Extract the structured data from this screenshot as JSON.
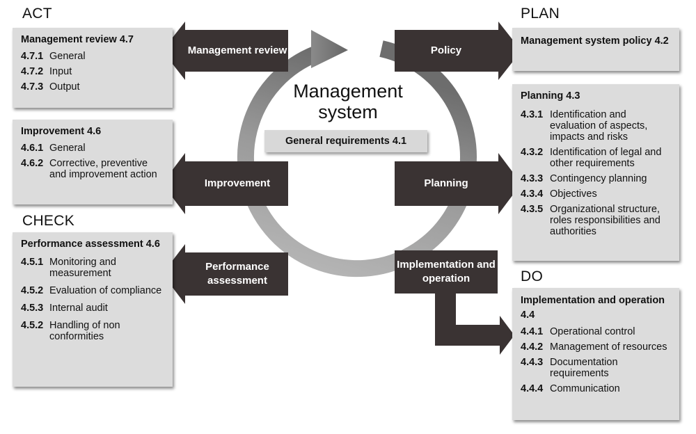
{
  "phases": {
    "act": "ACT",
    "plan": "PLAN",
    "check": "CHECK",
    "do": "DO"
  },
  "center": {
    "title": "Management system",
    "general": "General requirements 4.1"
  },
  "nodes": {
    "management_review": "Management review",
    "improvement": "Improvement",
    "performance_assessment": "Performance assessment",
    "policy": "Policy",
    "planning": "Planning",
    "implementation": "Implementation and operation"
  },
  "panels": {
    "management_review": {
      "title": "Management review 4.7",
      "items": [
        {
          "num": "4.7.1",
          "label": "General"
        },
        {
          "num": "4.7.2",
          "label": "Input"
        },
        {
          "num": "4.7.3",
          "label": "Output"
        }
      ]
    },
    "improvement": {
      "title": "Improvement 4.6",
      "items": [
        {
          "num": "4.6.1",
          "label": "General"
        },
        {
          "num": "4.6.2",
          "label": "Corrective, preventive and improvement action"
        }
      ]
    },
    "performance": {
      "title": "Performance assessment 4.6",
      "items": [
        {
          "num": "4.5.1",
          "label": "Monitoring and measurement"
        },
        {
          "num": "4.5.2",
          "label": "Evaluation of compliance"
        },
        {
          "num": "4.5.3",
          "label": "Internal audit"
        },
        {
          "num": "4.5.2",
          "label": "Handling of non conformities"
        }
      ]
    },
    "policy": {
      "title": "Management system policy 4.2"
    },
    "planning": {
      "title": "Planning 4.3",
      "items": [
        {
          "num": "4.3.1",
          "label": "Identification and evaluation of aspects, impacts and risks"
        },
        {
          "num": "4.3.2",
          "label": "Identification of legal and other requirements"
        },
        {
          "num": "4.3.3",
          "label": "Contingency planning"
        },
        {
          "num": "4.3.4",
          "label": "Objectives"
        },
        {
          "num": "4.3.5",
          "label": "Organizational structure, roles responsibilities and authorities"
        }
      ]
    },
    "implementation": {
      "title": "Implementation and operation 4.4",
      "items": [
        {
          "num": "4.4.1",
          "label": "Operational control"
        },
        {
          "num": "4.4.2",
          "label": "Management of resources"
        },
        {
          "num": "4.4.3",
          "label": "Documentation requirements"
        },
        {
          "num": "4.4.4",
          "label": "Communication"
        }
      ]
    }
  },
  "colors": {
    "node_fill": "#3a3333",
    "panel_fill": "#dcdcdc",
    "ring_light": "#c4c4c4",
    "ring_dark": "#7a7a7a"
  }
}
